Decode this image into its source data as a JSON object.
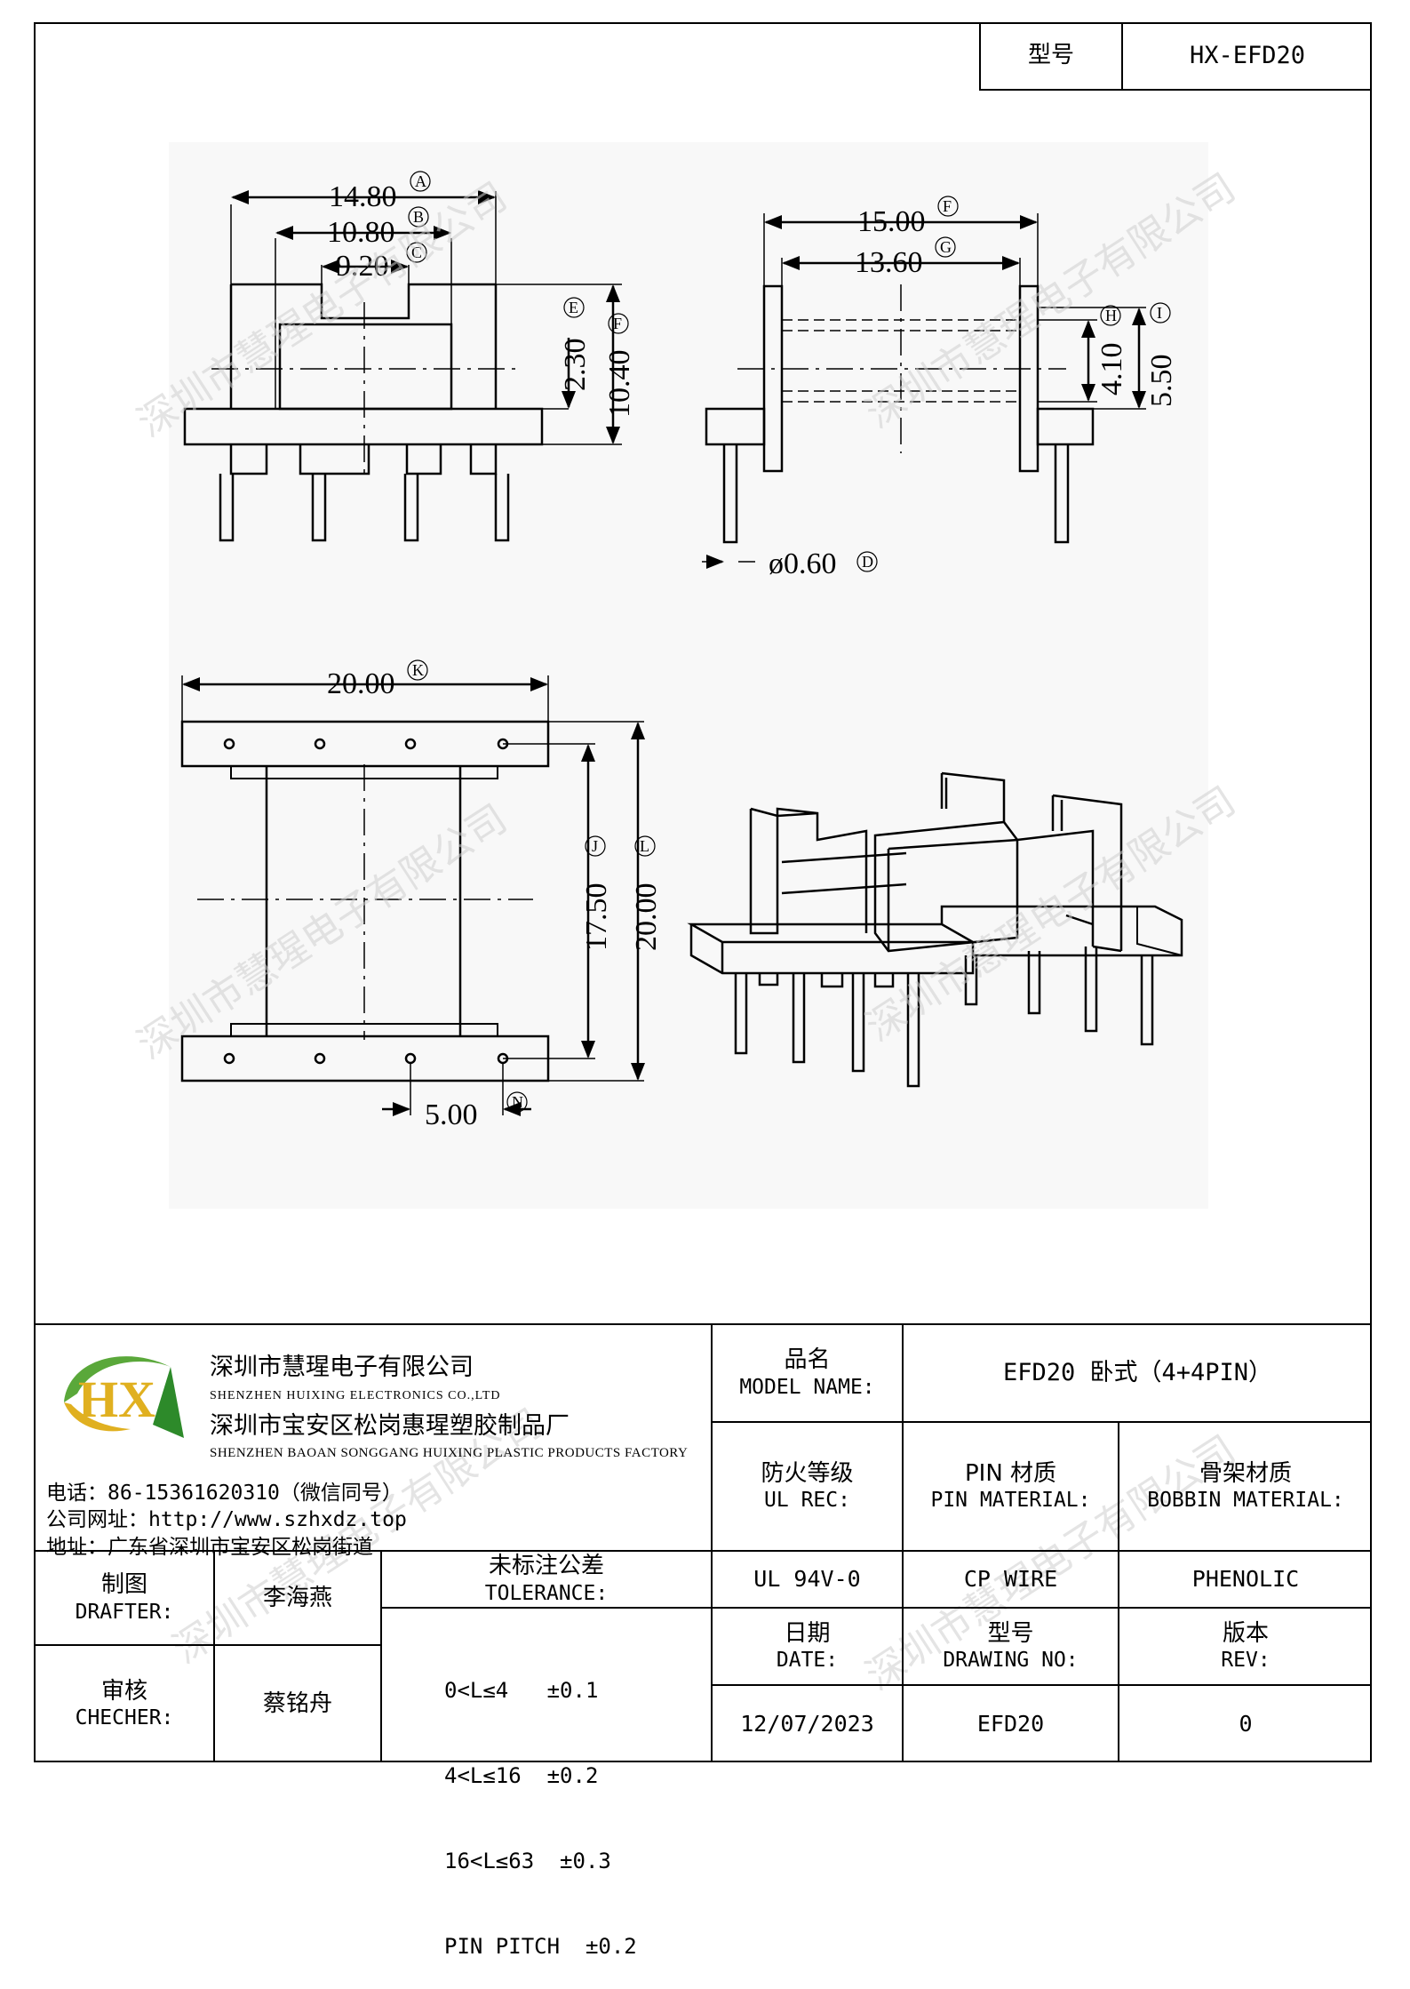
{
  "header": {
    "model_label": "型号",
    "model_value": "HX-EFD20"
  },
  "dimensions": {
    "A": "14.80",
    "B": "10.80",
    "C": "9.20",
    "D": "ø0.60",
    "E": "2.30",
    "F_side": "10.40",
    "F_top": "15.00",
    "G": "13.60",
    "H": "4.10",
    "I": "5.50",
    "J": "17.50",
    "K": "20.00",
    "L": "20.00",
    "N": "5.00",
    "labels": {
      "A": "A",
      "B": "B",
      "C": "C",
      "D": "D",
      "E": "E",
      "F": "F",
      "G": "G",
      "H": "H",
      "I": "I",
      "J": "J",
      "K": "K",
      "L": "L",
      "N": "N"
    }
  },
  "watermark": "深圳市慧瑆电子有限公司",
  "company": {
    "logo_text": "HX",
    "name_cn": "深圳市慧瑆电子有限公司",
    "name_en": "SHENZHEN HUIXING ELECTRONICS CO.,LTD",
    "factory_cn": "深圳市宝安区松岗惠瑆塑胶制品厂",
    "factory_en": "SHENZHEN BAOAN SONGGANG HUIXING PLASTIC PRODUCTS FACTORY",
    "phone": "电话：86-15361620310（微信同号）",
    "website": "公司网址：http://www.szhxdz.top",
    "address": "地址：广东省深圳市宝安区松岗街道"
  },
  "titleblock": {
    "model_name_cn": "品名",
    "model_name_en": "MODEL NAME:",
    "model_name_value": "EFD20 卧式（4+4PIN）",
    "fire_cn": "防火等级",
    "fire_en": "UL REC:",
    "fire_value": "UL 94V-0",
    "pin_cn": "PIN 材质",
    "pin_en": "PIN MATERIAL:",
    "pin_value": "CP WIRE",
    "bobbin_cn": "骨架材质",
    "bobbin_en": "BOBBIN MATERIAL:",
    "bobbin_value": "PHENOLIC",
    "drafter_cn": "制图",
    "drafter_en": "DRAFTER:",
    "drafter_value": "李海燕",
    "checker_cn": "审核",
    "checker_en": "CHECHER:",
    "checker_value": "蔡铭舟",
    "tolerance_cn": "未标注公差",
    "tolerance_en": "TOLERANCE:",
    "tolerance_rows": [
      "0<L≤4   ±0.1",
      "4<L≤16  ±0.2",
      "16<L≤63  ±0.3",
      "PIN PITCH  ±0.2"
    ],
    "date_cn": "日期",
    "date_en": "DATE:",
    "date_value": "12/07/2023",
    "drawing_cn": "型号",
    "drawing_en": "DRAWING NO:",
    "drawing_value": "EFD20",
    "rev_cn": "版本",
    "rev_en": "REV:",
    "rev_value": "0"
  }
}
